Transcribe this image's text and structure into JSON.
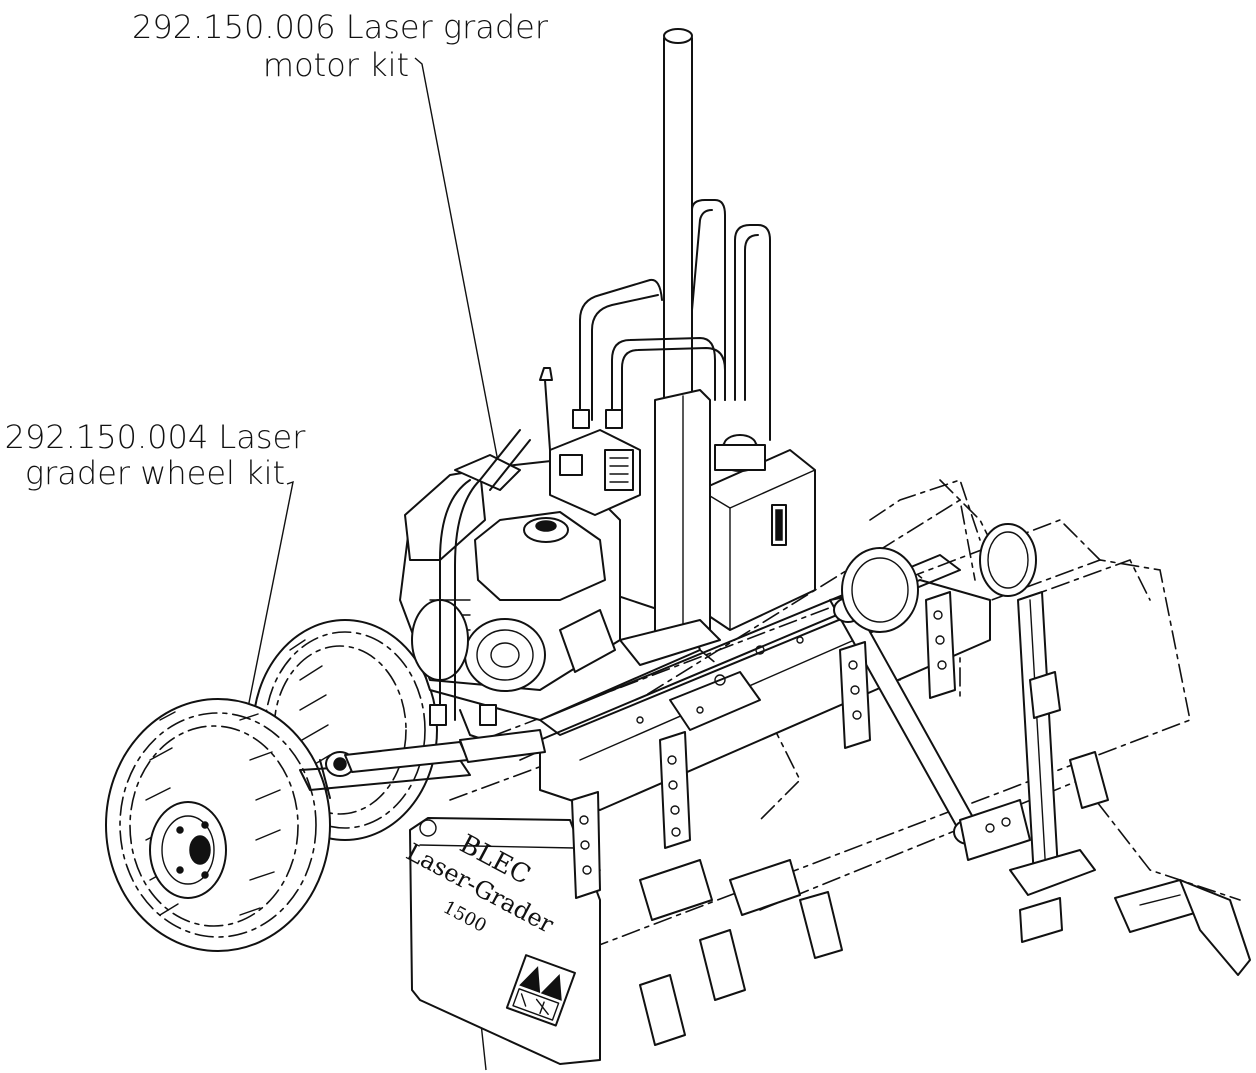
{
  "callouts": {
    "motor_kit_line1": "292.150.006 Laser grader",
    "motor_kit_line2": "motor kit",
    "wheel_kit_line1": "292.150.004 Laser",
    "wheel_kit_line2": "grader wheel kit"
  },
  "decal": {
    "brand": "BLEC",
    "model": "Laser-Grader",
    "size": "1500"
  },
  "icons": [
    "warning-triangle-icon",
    "warning-triangle-icon",
    "manual-icon"
  ]
}
